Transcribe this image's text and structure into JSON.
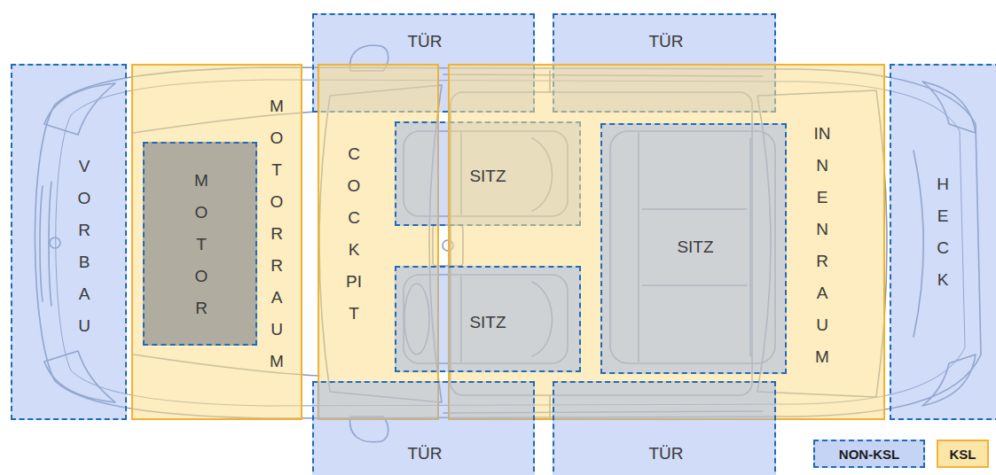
{
  "diagram": {
    "nodes": [
      {
        "text": [
          "TÜR"
        ]
      },
      {
        "text": [
          "TÜR"
        ]
      },
      {
        "text": [
          "VORBAU"
        ]
      },
      {
        "text": [
          "MOTORRAUM"
        ]
      },
      {
        "text": [
          "MOTOR"
        ],
        "in": 3
      },
      {
        "text": [
          "COCKPIT"
        ]
      },
      {
        "text": [
          "SITZ"
        ]
      },
      {
        "text": [
          "INNENRAUM"
        ]
      },
      {
        "text": [
          "SITZ"
        ],
        "in": 7
      },
      {
        "text": [
          "SITZ"
        ]
      },
      {
        "text": [
          "HECK"
        ]
      },
      {
        "text": [
          "TÜR"
        ]
      },
      {
        "text": [
          "TÜR"
        ]
      }
    ],
    "legend": [
      {
        "text": "NON-KSL",
        "color": "#c5d3f5"
      },
      {
        "text": "KSL",
        "color": "#fbe6a8"
      }
    ]
  }
}
